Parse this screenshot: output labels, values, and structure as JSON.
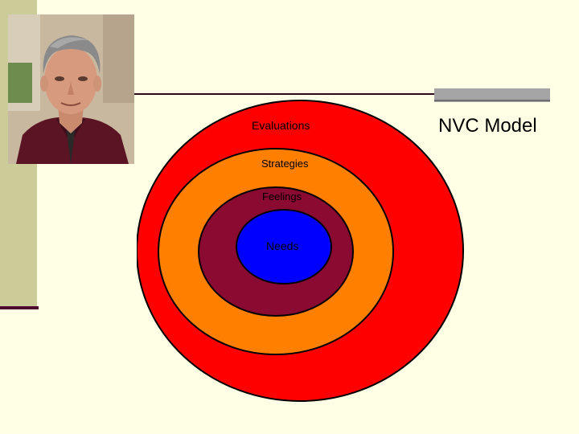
{
  "title": "NVC Model",
  "rings": [
    {
      "label": "Evaluations",
      "color": "#FF0000"
    },
    {
      "label": "Strategies",
      "color": "#FF7F00"
    },
    {
      "label": "Feelings",
      "color": "#8B0A32"
    },
    {
      "label": "Needs",
      "color": "#0000FF"
    }
  ],
  "colors": {
    "background": "#FFFFE5",
    "left_bar": "#CCCC99",
    "rule": "#2B0A1E",
    "accent_bar": "#A5A5A5"
  },
  "photo": {
    "icon": "portrait-photo"
  }
}
